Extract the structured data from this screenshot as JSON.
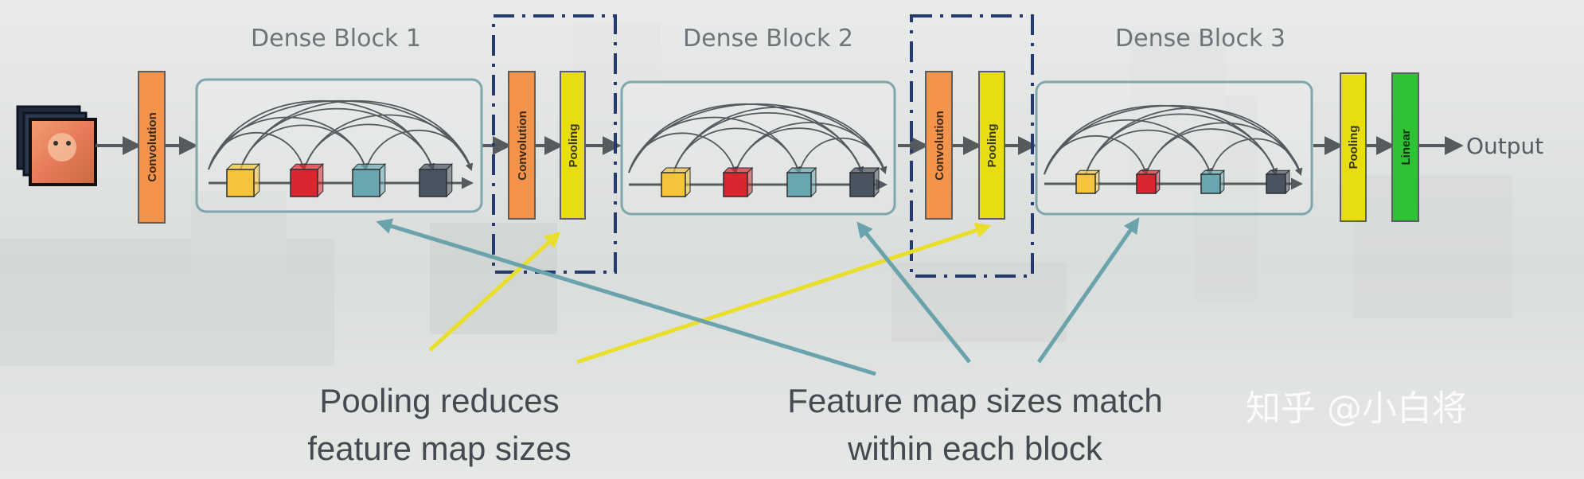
{
  "blocks": [
    {
      "title": "Dense Block 1"
    },
    {
      "title": "Dense Block 2"
    },
    {
      "title": "Dense Block 3"
    }
  ],
  "layers": {
    "convolution": "Convolution",
    "pooling": "Pooling",
    "linear": "Linear"
  },
  "output_label": "Output",
  "captions": {
    "pooling": [
      "Pooling reduces",
      "feature map sizes"
    ],
    "feature": [
      "Feature map sizes match",
      "within each block"
    ]
  },
  "watermark": "知乎 @小白将",
  "colors": {
    "convolution": "#f5934a",
    "pooling": "#e8dd10",
    "linear": "#2fc236",
    "block_border": "#7fa6ad",
    "yellow_arrow": "#e9df2a",
    "teal_arrow": "#6aa3ab",
    "dashed_box": "#253a6e",
    "cube_colors": [
      "#f5c43c",
      "#d9262f",
      "#6aa6b0",
      "#4a5360"
    ]
  }
}
